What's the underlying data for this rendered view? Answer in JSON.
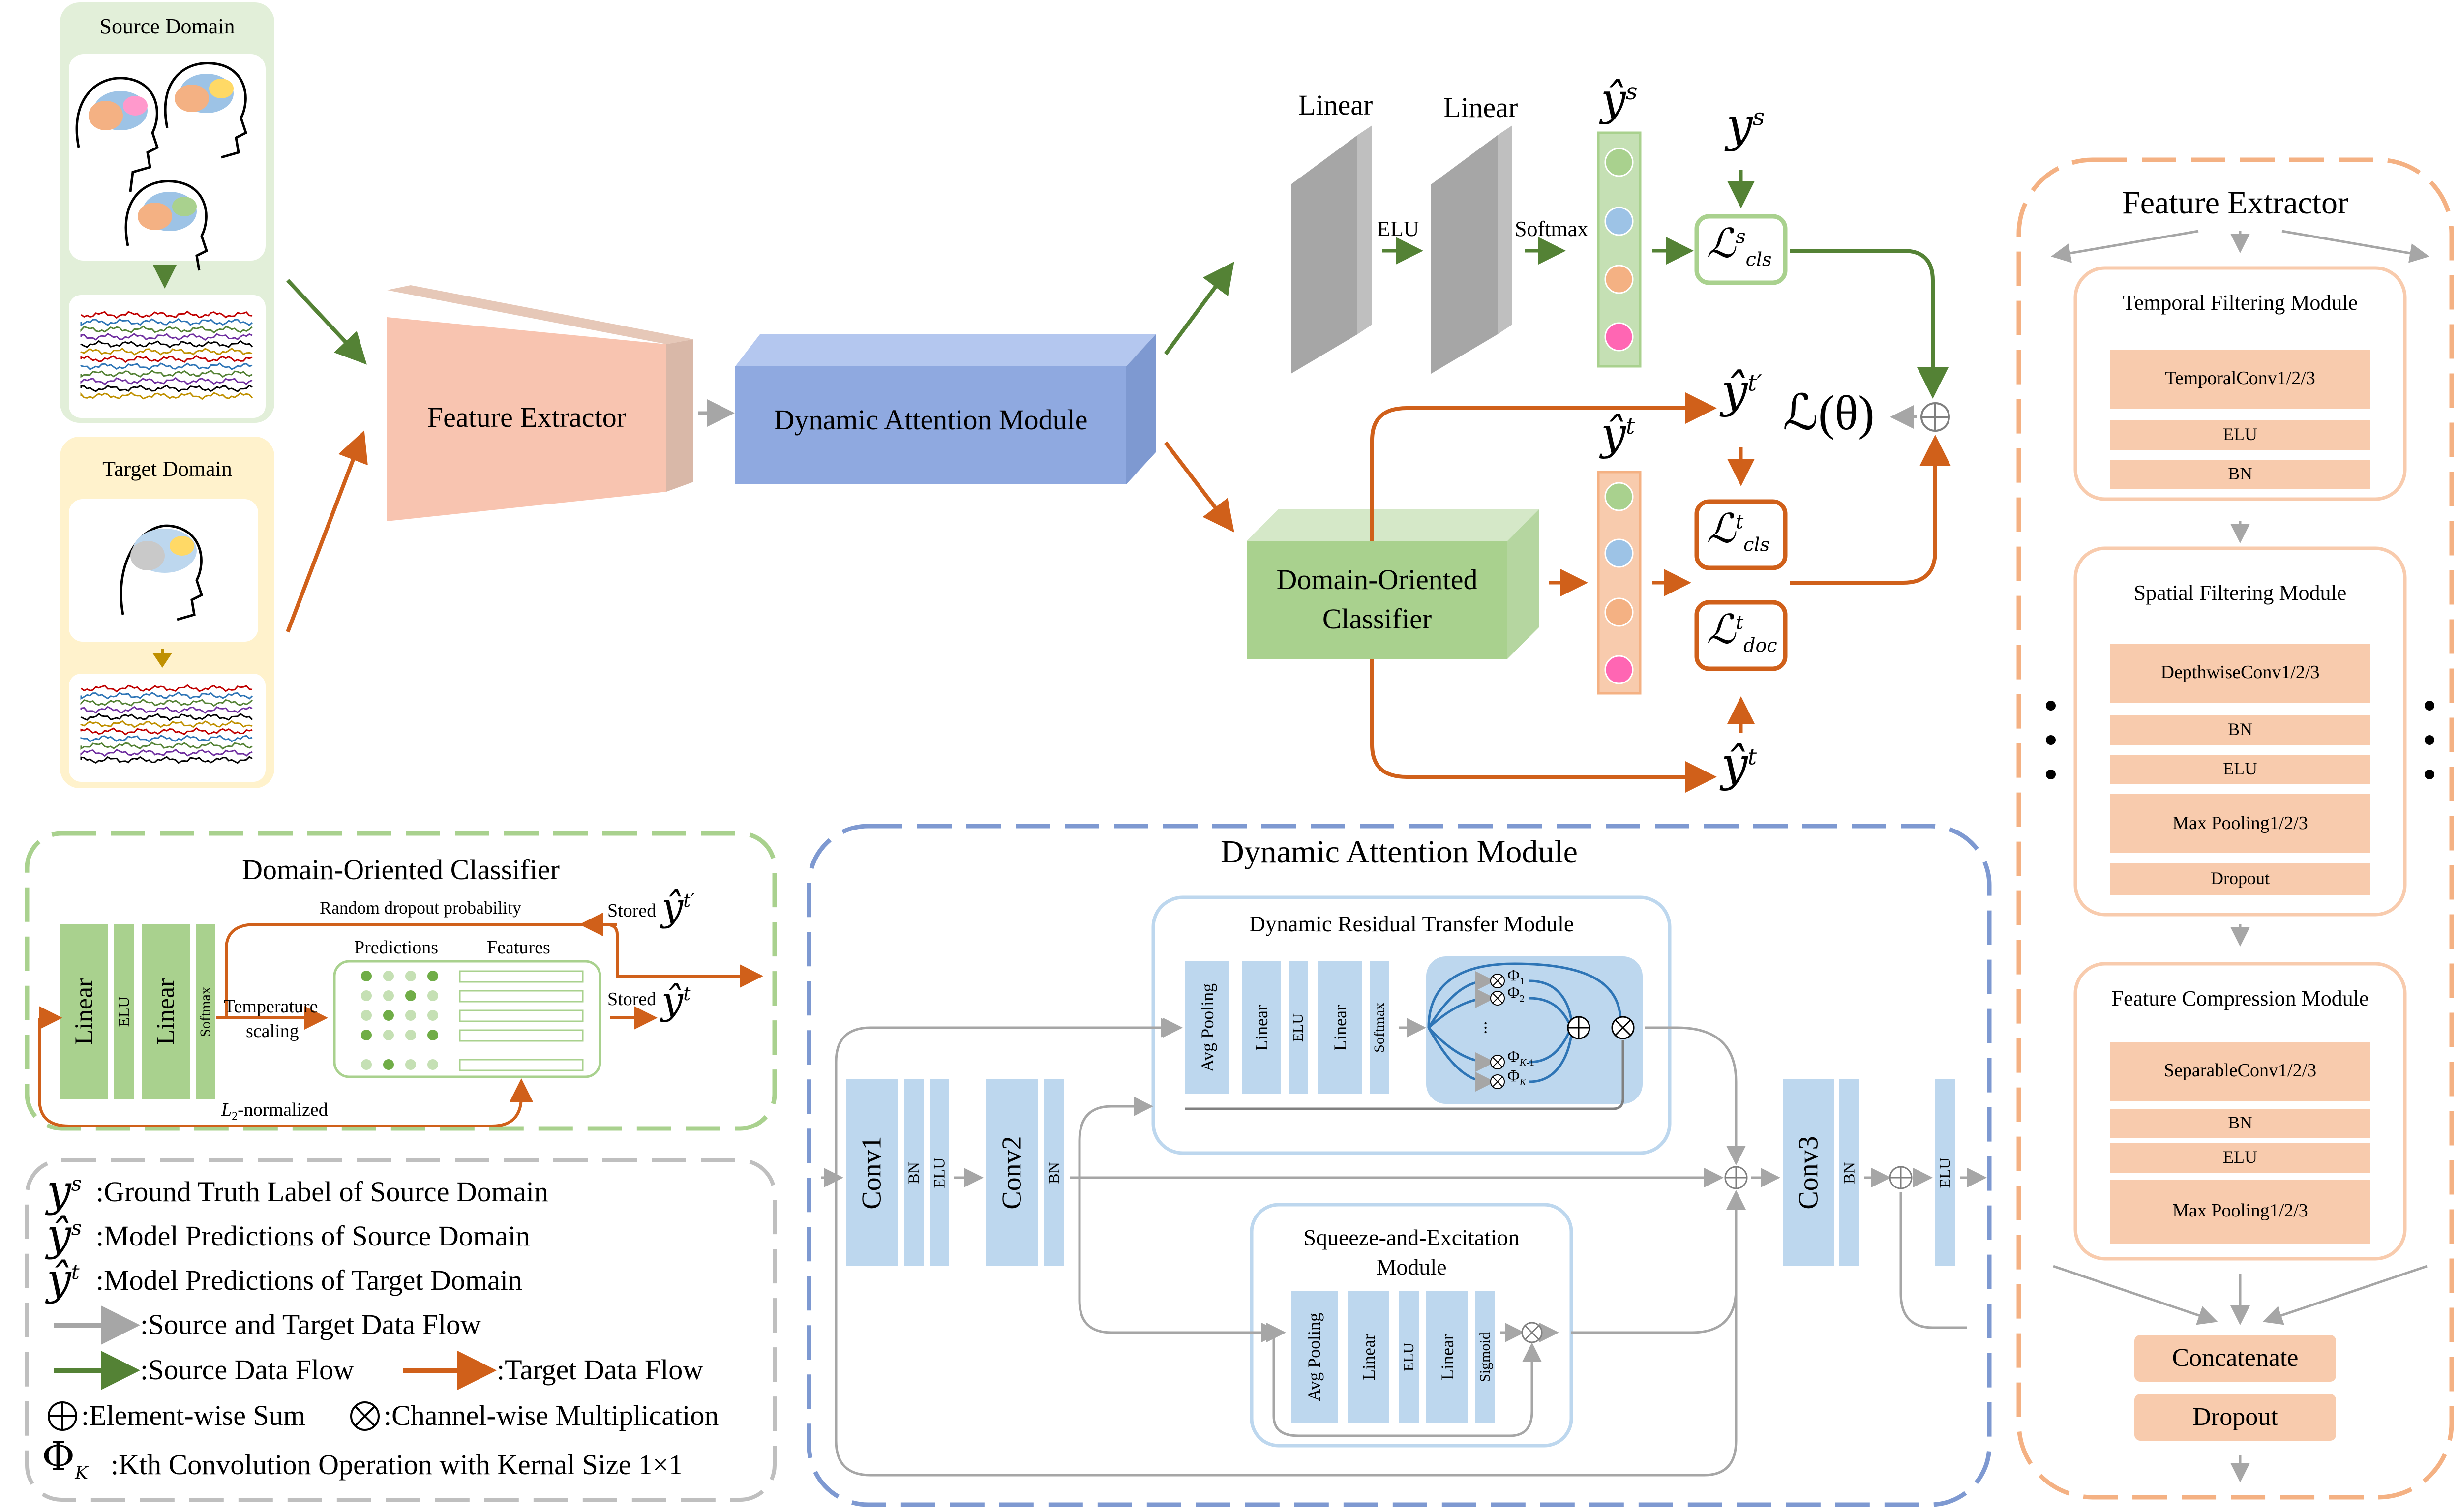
{
  "colors": {
    "source_flow": "#548235",
    "target_flow": "#d0601a",
    "shared_flow": "#a6a6a6",
    "green_panel": "#e2efd9",
    "yellow_panel": "#fff2cc",
    "feature_extractor": "#f8c4b0",
    "dam_blue": "#8fa9e0",
    "doc_green": "#a9d18e",
    "light_blue_block": "#bdd7ee",
    "orange_block": "#f8cbad"
  },
  "top": {
    "source_domain": "Source Domain",
    "target_domain": "Target Domain",
    "feature_extractor": "Feature Extractor",
    "dynamic_attention_module": "Dynamic Attention Module",
    "domain_oriented_classifier_line1": "Domain-Oriented",
    "domain_oriented_classifier_line2": "Classifier",
    "linear_1": "Linear",
    "linear_2": "Linear",
    "elu": "ELU",
    "softmax": "Softmax",
    "loss_total": "ℒ(θ)"
  },
  "doc_panel": {
    "title": "Domain-Oriented Classifier",
    "linear_1": "Linear",
    "elu": "ELU",
    "linear_2": "Linear",
    "softmax": "Softmax",
    "random_dropout": "Random dropout probability",
    "stored_1": "Stored",
    "stored_2": "Stored",
    "temperature": "Temperature",
    "scaling": "scaling",
    "predictions": "Predictions",
    "features": "Features",
    "l2_normalized": "-normalized"
  },
  "legend": {
    "ys": ":Ground Truth Label of Source Domain",
    "yhat_s": ":Model Predictions of Source Domain",
    "yhat_t": ":Model Predictions of Target Domain",
    "shared_flow": ":Source and Target Data Flow",
    "source_flow": ":Source Data Flow",
    "target_flow": ":Target Data Flow",
    "element_sum": ":Element-wise Sum",
    "channel_mult": ":Channel-wise Multiplication",
    "phi_k": ":Kth Convolution Operation with Kernal Size 1×1"
  },
  "dam_panel": {
    "title": "Dynamic Attention Module",
    "drtm_title": "Dynamic Residual Transfer Module",
    "se_title_line1": "Squeeze-and-Excitation",
    "se_title_line2": "Module",
    "conv1": "Conv1",
    "conv2": "Conv2",
    "conv3": "Conv3",
    "bn": "BN",
    "elu": "ELU",
    "avg_pooling": "Avg Pooling",
    "linear": "Linear",
    "softmax": "Softmax",
    "sigmoid": "Sigmoid",
    "dots": "..."
  },
  "fe_panel": {
    "title": "Feature Extractor",
    "temporal_title": "Temporal Filtering Module",
    "temporal_items": [
      "TemporalConv1/2/3",
      "ELU",
      "BN"
    ],
    "spatial_title": "Spatial Filtering Module",
    "spatial_items": [
      "DepthwiseConv1/2/3",
      "BN",
      "ELU",
      "Max Pooling1/2/3",
      "Dropout"
    ],
    "compression_title": "Feature Compression Module",
    "compression_items": [
      "SeparableConv1/2/3",
      "BN",
      "ELU",
      "Max Pooling1/2/3"
    ],
    "concatenate": "Concatenate",
    "dropout": "Dropout"
  }
}
